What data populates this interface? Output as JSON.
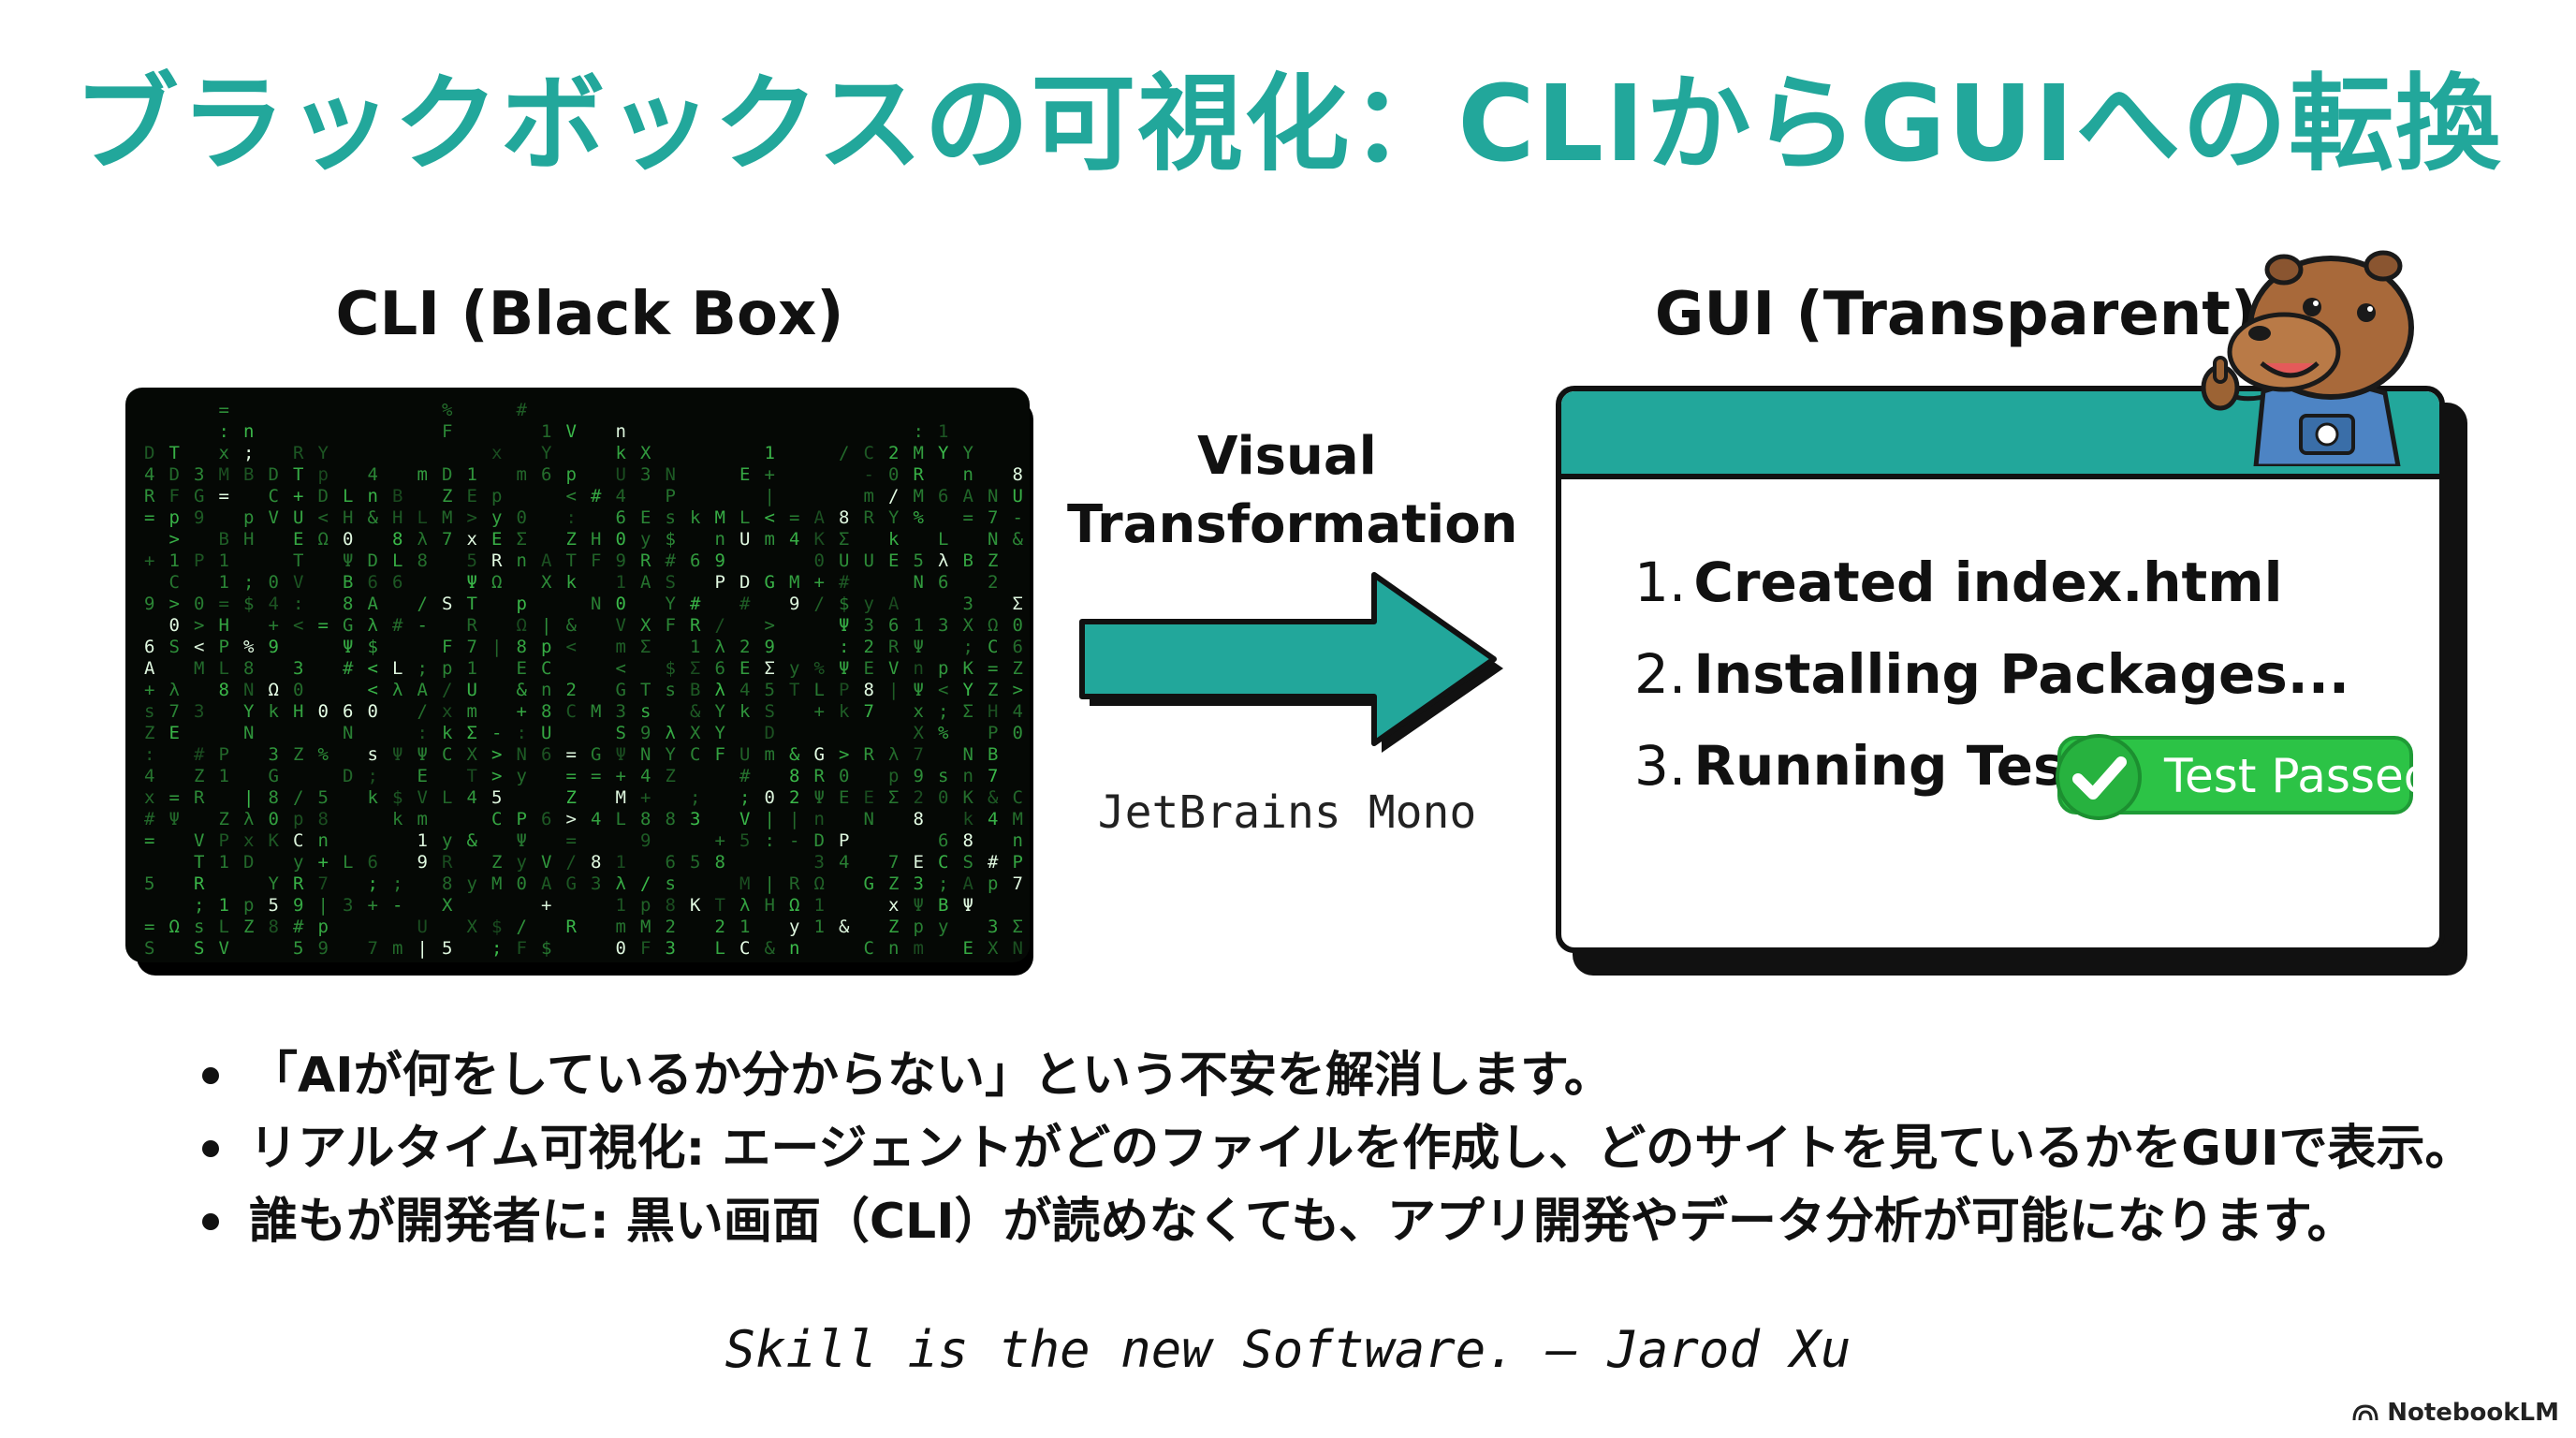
{
  "slide": {
    "title": "ブラックボックスの可視化：CLIからGUIへの転換"
  },
  "cli": {
    "heading": "CLI (Black Box)"
  },
  "transformation": {
    "label_line1": "Visual",
    "label_line2": "Transformation",
    "font_caption": "JetBrains Mono"
  },
  "gui": {
    "heading": "GUI (Transparent)",
    "steps": [
      {
        "num": "1.",
        "text": "Created index.html"
      },
      {
        "num": "2.",
        "text": "Installing Packages..."
      },
      {
        "num": "3.",
        "text": "Running Tests"
      }
    ],
    "badge_label": "Test Passed"
  },
  "bullets": [
    "「AIが何をしているか分からない」という不安を解消します。",
    "リアルタイム可視化: エージェントがどのファイルを作成し、どのサイトを見ているかをGUIで表示。",
    "誰もが開発者に: 黒い画面（CLI）が読めなくても、アプリ開発やデータ分析が可能になります。"
  ],
  "quote": "Skill is the new Software. — Jarod Xu",
  "watermark": "NotebookLM",
  "colors": {
    "accent": "#22a79b",
    "matrix_green": "#3ec34e",
    "badge_green": "#2cc346"
  },
  "icons": {
    "arrow": "right-arrow-icon",
    "check": "checkmark-icon",
    "mascot": "capybara-mascot",
    "watermark": "notebooklm-logo-icon"
  }
}
